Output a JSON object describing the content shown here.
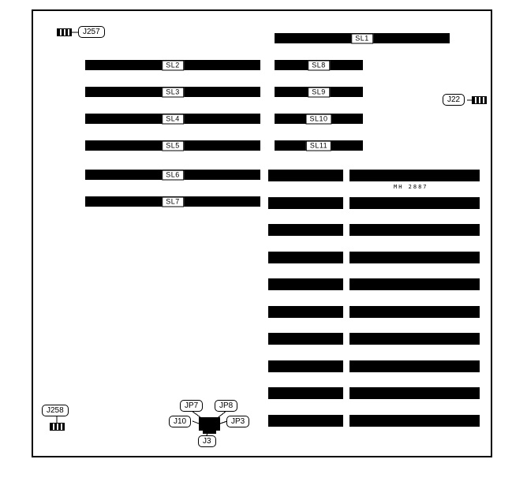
{
  "diagram": {
    "type": "motherboard-layout",
    "colors": {
      "ink": "#000000",
      "background": "#ffffff"
    },
    "slots": [
      {
        "label": "SL1"
      },
      {
        "label": "SL2"
      },
      {
        "label": "SL3"
      },
      {
        "label": "SL4"
      },
      {
        "label": "SL5"
      },
      {
        "label": "SL6"
      },
      {
        "label": "SL7"
      },
      {
        "label": "SL8"
      },
      {
        "label": "SL9"
      },
      {
        "label": "SL10"
      },
      {
        "label": "SL11"
      }
    ],
    "memory_bank": {
      "label": "MH 2887",
      "bar_count": 10
    },
    "connectors": {
      "j257": {
        "label": "J257"
      },
      "j22": {
        "label": "J22"
      },
      "j258": {
        "label": "J258"
      },
      "jp7": {
        "label": "JP7"
      },
      "jp8": {
        "label": "JP8"
      },
      "j10": {
        "label": "J10"
      },
      "jp3": {
        "label": "JP3"
      },
      "j3": {
        "label": "J3"
      }
    }
  }
}
